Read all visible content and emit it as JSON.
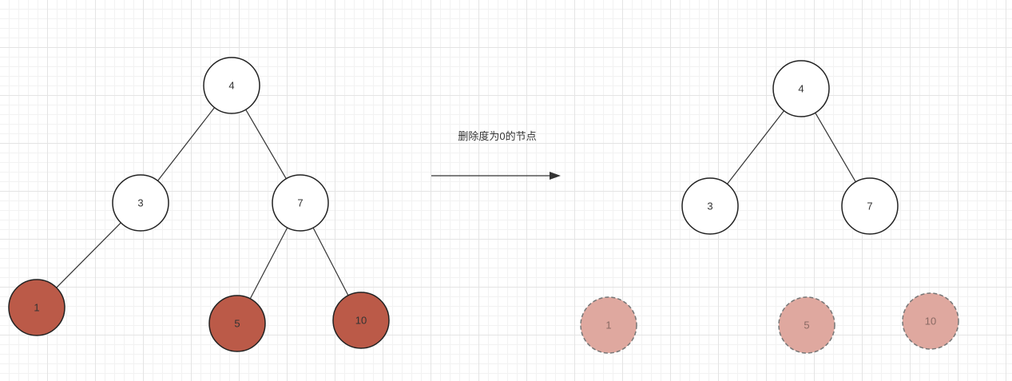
{
  "colors": {
    "node_fill": "#ffffff",
    "node_stroke": "#222222",
    "leaf_fill": "#bb5a48",
    "removed_fill": "#dfa89f",
    "removed_stroke": "#777777",
    "edge": "#333333"
  },
  "operation_label": "删除度为0的节点",
  "before_tree": {
    "nodes": [
      {
        "id": "b4",
        "label": "4",
        "kind": "normal"
      },
      {
        "id": "b3",
        "label": "3",
        "kind": "normal"
      },
      {
        "id": "b7",
        "label": "7",
        "kind": "normal"
      },
      {
        "id": "b1",
        "label": "1",
        "kind": "leaf"
      },
      {
        "id": "b5",
        "label": "5",
        "kind": "leaf"
      },
      {
        "id": "b10",
        "label": "10",
        "kind": "leaf"
      }
    ],
    "edges": [
      [
        "b4",
        "b3"
      ],
      [
        "b4",
        "b7"
      ],
      [
        "b3",
        "b1"
      ],
      [
        "b7",
        "b5"
      ],
      [
        "b7",
        "b10"
      ]
    ]
  },
  "after_tree": {
    "nodes": [
      {
        "id": "a4",
        "label": "4",
        "kind": "normal"
      },
      {
        "id": "a3",
        "label": "3",
        "kind": "normal"
      },
      {
        "id": "a7",
        "label": "7",
        "kind": "normal"
      },
      {
        "id": "a1",
        "label": "1",
        "kind": "removed"
      },
      {
        "id": "a5",
        "label": "5",
        "kind": "removed"
      },
      {
        "id": "a10",
        "label": "10",
        "kind": "removed"
      }
    ],
    "edges": [
      [
        "a4",
        "a3"
      ],
      [
        "a4",
        "a7"
      ]
    ]
  }
}
